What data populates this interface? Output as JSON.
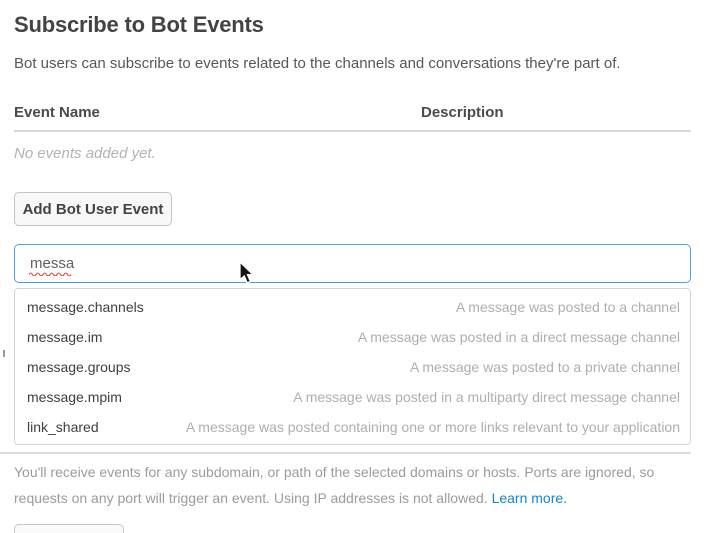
{
  "header": {
    "title": "Subscribe to Bot Events",
    "subtitle": "Bot users can subscribe to events related to the channels and conversations they're part of."
  },
  "events_table": {
    "columns": [
      "Event Name",
      "Description"
    ],
    "empty_message": "No events added yet."
  },
  "add_event_button": {
    "label": "Add Bot User Event"
  },
  "event_search": {
    "value": "messa",
    "suggestions": [
      {
        "name": "message.channels",
        "description": "A message was posted to a channel"
      },
      {
        "name": "message.im",
        "description": "A message was posted in a direct message channel"
      },
      {
        "name": "message.groups",
        "description": "A message was posted to a private channel"
      },
      {
        "name": "message.mpim",
        "description": "A message was posted in a multiparty direct message channel"
      },
      {
        "name": "link_shared",
        "description": "A message was posted containing one or more links relevant to your application"
      }
    ]
  },
  "domains_note": {
    "text": "You'll receive events for any subdomain, or path of the selected domains or hosts. Ports are ignored, so requests on any port will trigger an event. Using IP addresses is not allowed.",
    "link_label": "Learn more."
  },
  "colors": {
    "input_focus_border": "#4aa0da",
    "link_blue": "#1287c9",
    "spellcheck_red": "#e0402f",
    "heading_gray": "#434343",
    "muted_gray": "#aeaeae"
  }
}
